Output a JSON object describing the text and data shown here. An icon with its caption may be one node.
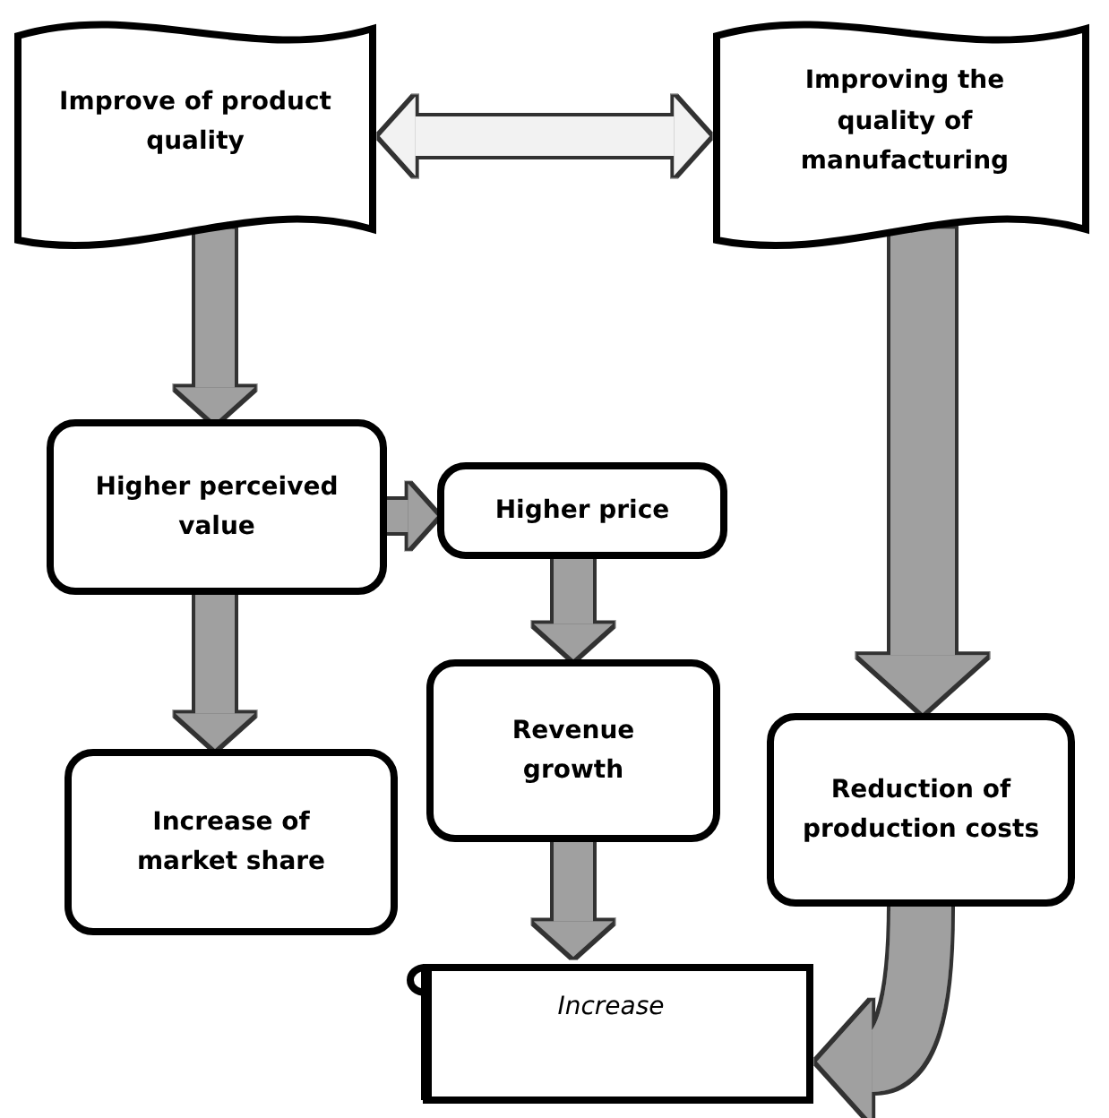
{
  "diagram": {
    "nodes": [
      {
        "text": [
          "Improve of product quality"
        ]
      },
      {
        "text": [
          "Improving the quality of manufacturing"
        ]
      },
      {
        "text": [
          "Higher perceived value"
        ]
      },
      {
        "text": [
          "Higher price"
        ]
      },
      {
        "text": [
          "Revenue growth"
        ]
      },
      {
        "text": [
          "Increase of market share"
        ]
      },
      {
        "text": [
          "Reduction of production costs"
        ]
      },
      {
        "text": [
          "Increase"
        ]
      }
    ],
    "edges": [
      {
        "from": 0,
        "to": 1,
        "arrow": "both",
        "color": "#f2f2f2"
      },
      {
        "from": 0,
        "to": 2,
        "arrow": "to"
      },
      {
        "from": 2,
        "to": 3,
        "arrow": "to"
      },
      {
        "from": 2,
        "to": 5,
        "arrow": "to"
      },
      {
        "from": 3,
        "to": 4,
        "arrow": "to"
      },
      {
        "from": 1,
        "to": 6,
        "arrow": "to"
      },
      {
        "from": 4,
        "to": 7,
        "arrow": "to"
      },
      {
        "from": 6,
        "to": 7,
        "arrow": "to"
      }
    ]
  }
}
